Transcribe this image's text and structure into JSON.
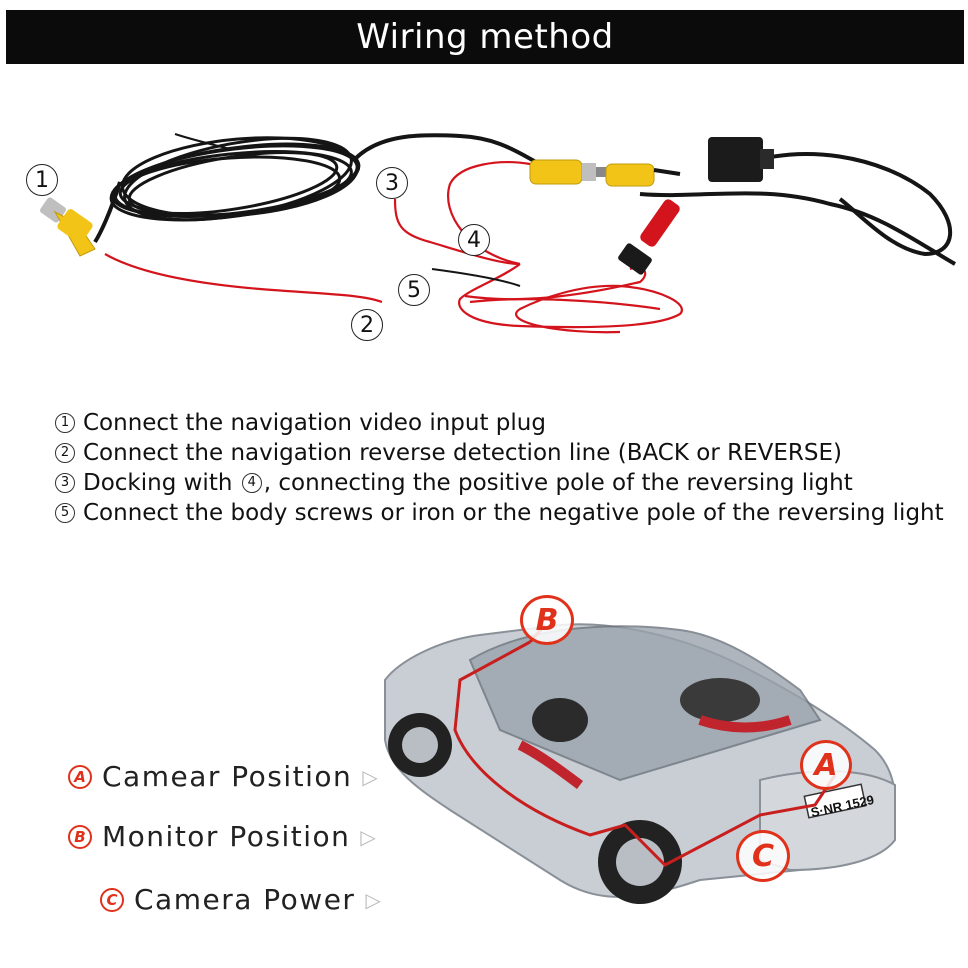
{
  "header": {
    "title": "Wiring method"
  },
  "wiring_labels": [
    "1",
    "2",
    "3",
    "4",
    "5"
  ],
  "instructions": [
    {
      "num": "1",
      "text": "Connect the navigation video input plug"
    },
    {
      "num": "2",
      "text": "Connect the navigation reverse detection line (BACK or REVERSE)"
    },
    {
      "num": "3",
      "text_before": "Docking with",
      "inline_num": "4",
      "text_after": ", connecting the positive pole of the reversing light"
    },
    {
      "num": "5",
      "text": "Connect the body screws or iron or the negative pole of the reversing light"
    }
  ],
  "legend": [
    {
      "marker": "A",
      "label": "Camear Position"
    },
    {
      "marker": "B",
      "label": "Monitor Position"
    },
    {
      "marker": "C",
      "label": "Camera Power"
    }
  ],
  "car": {
    "plate": "S·NR 1529"
  },
  "colors": {
    "accent_red": "#e0321b",
    "wire_red": "#d4141c",
    "plug_yellow": "#f2c417",
    "header_bg": "#0b0b0b"
  }
}
